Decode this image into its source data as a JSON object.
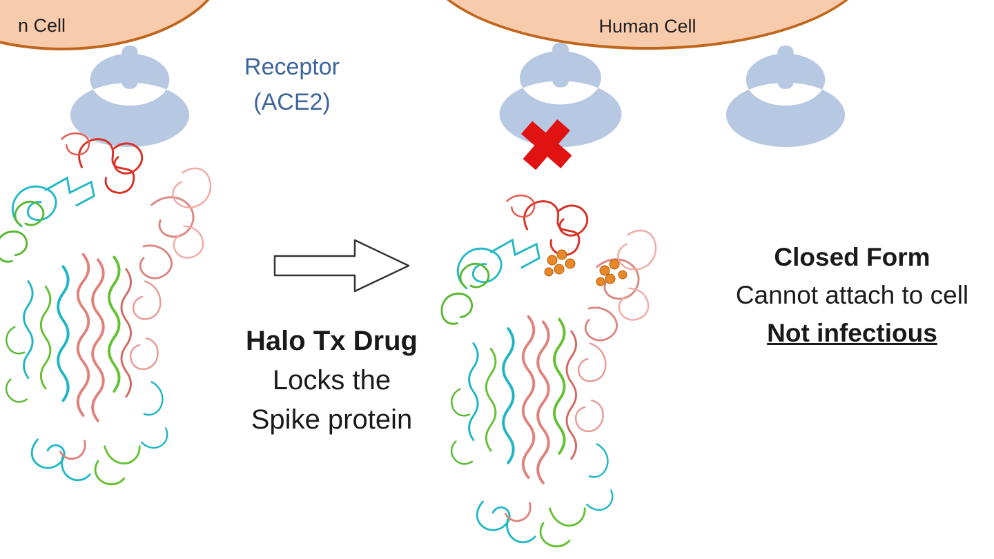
{
  "cells": {
    "left_label": "n Cell",
    "right_label": "Human Cell"
  },
  "receptor": {
    "label_line1": "Receptor",
    "label_line2": "(ACE2)"
  },
  "blocked_mark": "✖",
  "center_caption": {
    "line1": "Halo Tx Drug",
    "line2": "Locks the",
    "line3": "Spike protein"
  },
  "right_caption": {
    "line1": "Closed Form",
    "line2": "Cannot attach to cell",
    "line3": "Not infectious"
  },
  "colors": {
    "cell_fill": "#f8cbad",
    "cell_border": "#c0661c",
    "receptor_fill": "#b7c9e2",
    "receptor_text": "#3c649c",
    "x_mark": "#e01212"
  }
}
